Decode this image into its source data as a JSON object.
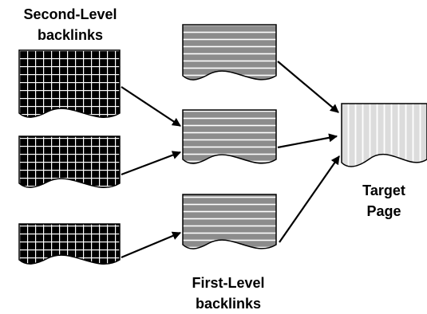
{
  "labels": {
    "second_level_line1": "Second-Level",
    "second_level_line2": "backlinks",
    "first_level_line1": "First-Level",
    "first_level_line2": "backlinks",
    "target_line1": "Target",
    "target_line2": "Page"
  },
  "pages": {
    "second_level": {
      "count": 3,
      "pattern": "grid",
      "fill_color": "#000000",
      "line_color": "#ffffff"
    },
    "first_level": {
      "count": 3,
      "pattern": "horizontal-stripes",
      "fill_color": "#8c8c8c",
      "line_color": "#ffffff"
    },
    "target": {
      "count": 1,
      "pattern": "vertical-stripes",
      "fill_color": "#dcdcdc",
      "line_color": "#ffffff"
    }
  },
  "edges": [
    {
      "from": "second-level-page-1",
      "to": "first-level-page-2"
    },
    {
      "from": "second-level-page-2",
      "to": "first-level-page-2"
    },
    {
      "from": "second-level-page-3",
      "to": "first-level-page-3"
    },
    {
      "from": "first-level-page-1",
      "to": "target-page"
    },
    {
      "from": "first-level-page-2",
      "to": "target-page"
    },
    {
      "from": "first-level-page-3",
      "to": "target-page"
    }
  ],
  "colors": {
    "arrow": "#000000",
    "outline": "#000000",
    "background": "#ffffff"
  }
}
